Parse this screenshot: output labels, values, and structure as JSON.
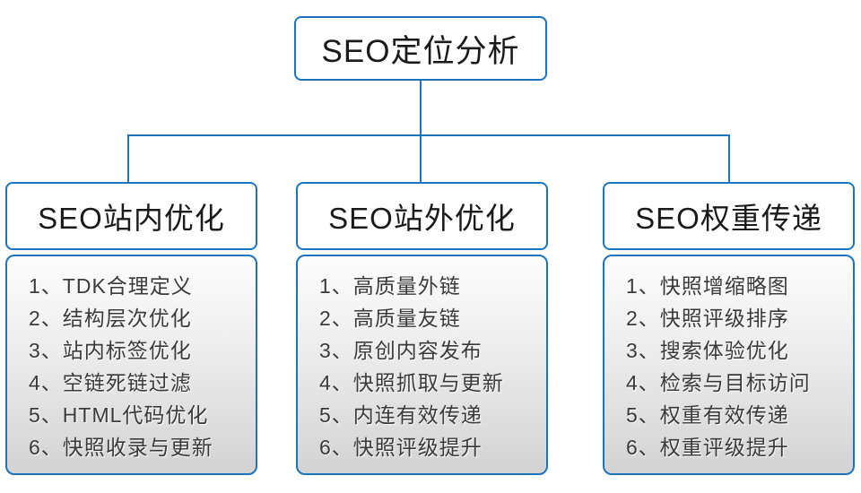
{
  "root": {
    "title": "SEO定位分析"
  },
  "columns": [
    {
      "title": "SEO站内优化",
      "items": [
        "1、TDK合理定义",
        "2、结构层次优化",
        "3、站内标签优化",
        "4、空链死链过滤",
        "5、HTML代码优化",
        "6、快照收录与更新"
      ]
    },
    {
      "title": "SEO站外优化",
      "items": [
        "1、高质量外链",
        "2、高质量友链",
        "3、原创内容发布",
        "4、快照抓取与更新",
        "5、内连有效传递",
        "6、快照评级提升"
      ]
    },
    {
      "title": "SEO权重传递",
      "items": [
        "1、快照增缩略图",
        "2、快照评级排序",
        "3、搜索体验优化",
        "4、检索与目标访问",
        "5、权重有效传递",
        "6、权重评级提升"
      ]
    }
  ],
  "colors": {
    "accent_blue": "#1b74bf",
    "list_gradient_top": "#fdfdfd",
    "list_gradient_bottom": "#d3d3d3",
    "text_dark": "#1a1a1a",
    "text_list": "#3a3a3a"
  }
}
